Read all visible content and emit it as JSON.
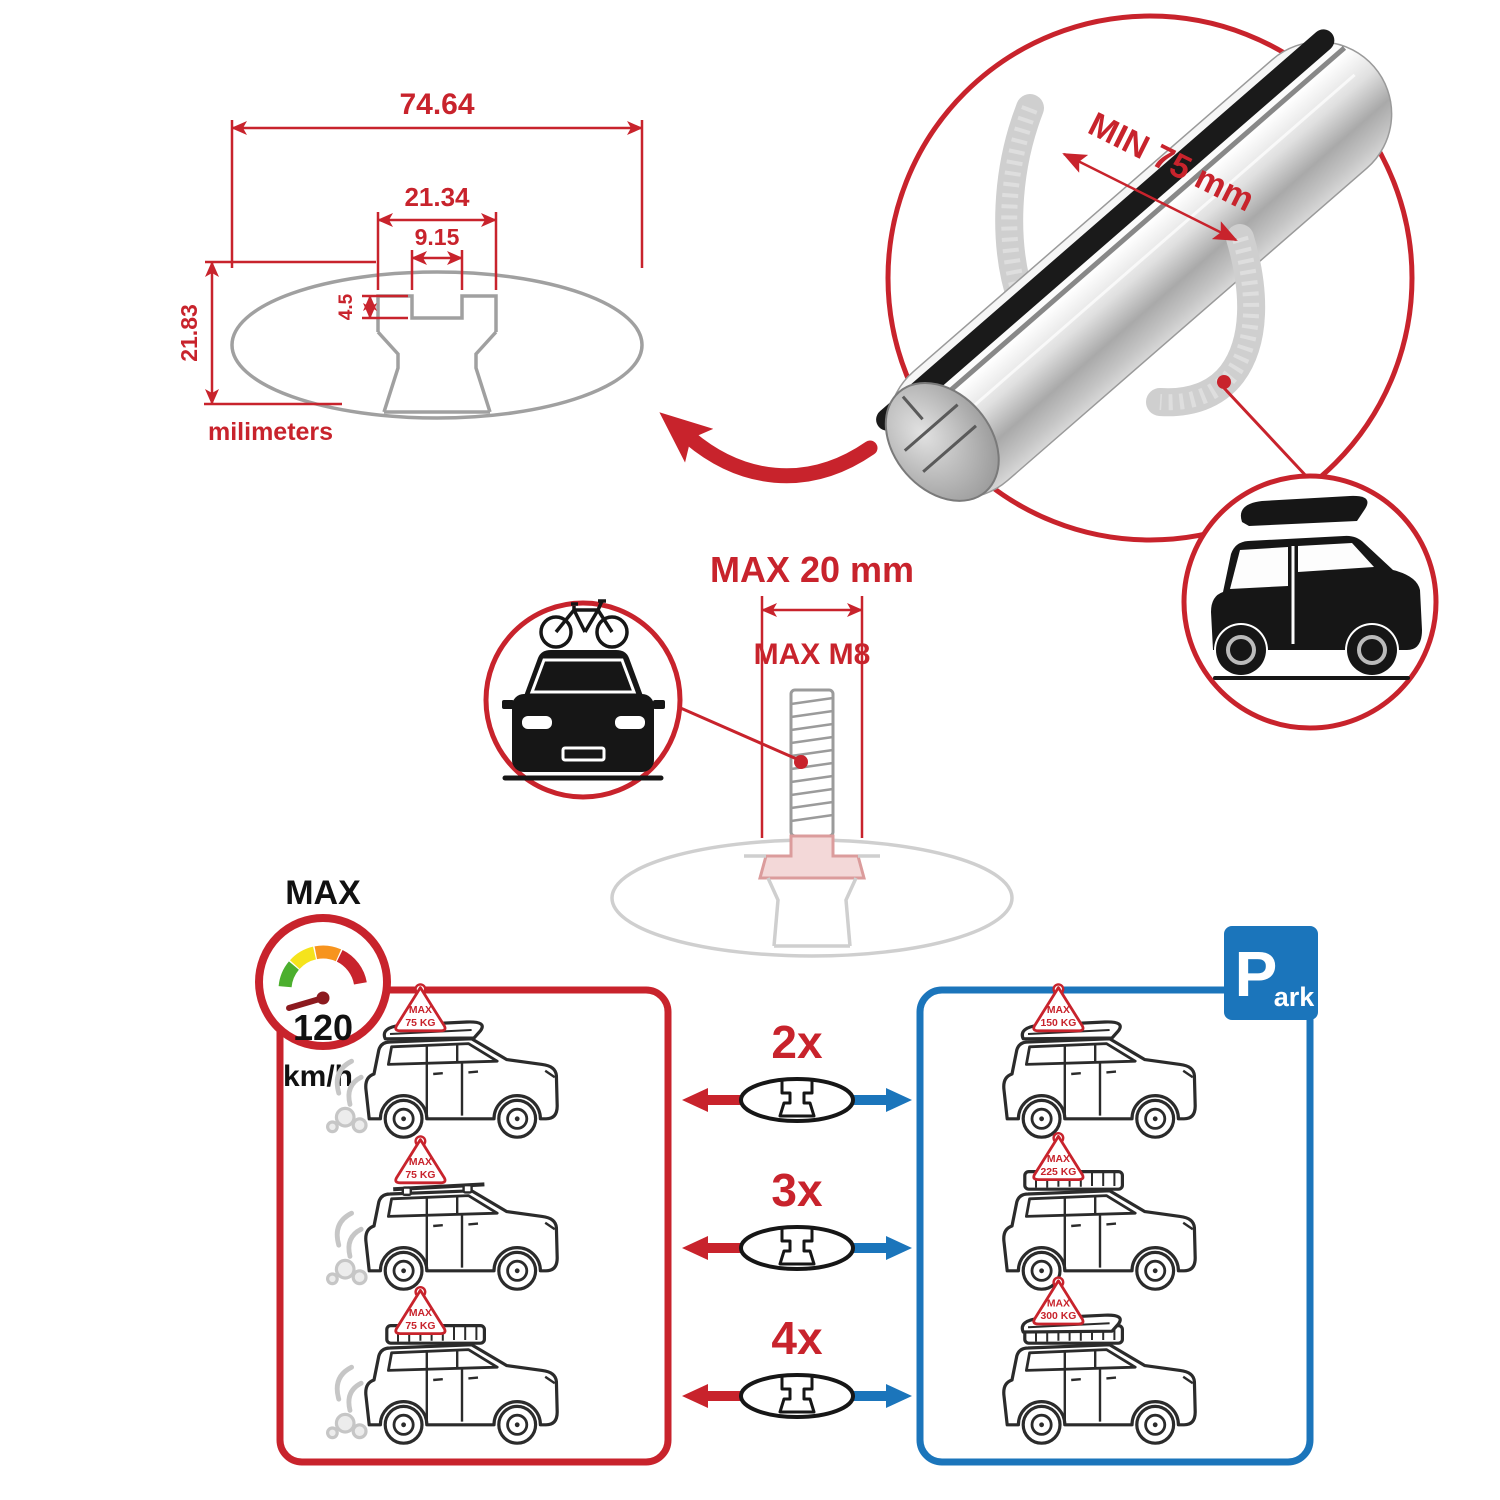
{
  "colors": {
    "accent_red": "#C8232C",
    "accent_blue": "#1B75BB"
  },
  "technical_drawing": {
    "dim_total_width": "74.64",
    "dim_channel_width": "21.34",
    "dim_slot_width": "9.15",
    "dim_slot_depth": "4.5",
    "dim_profile_height": "21.83",
    "unit_label": "milimeters"
  },
  "bar_detail": {
    "min_clamp_span": "MIN 75 mm"
  },
  "mounting_bolt": {
    "max_width": "MAX 20 mm",
    "max_thread": "MAX M8"
  },
  "speed_limit": {
    "label": "MAX",
    "value": "120",
    "unit": "km/h"
  },
  "parking_sign": {
    "letter": "P",
    "suffix": "ark"
  },
  "crossbar_options": [
    {
      "quantity": "2x",
      "driving_load": {
        "line1": "MAX",
        "line2": "75 KG"
      },
      "parked_load": {
        "line1": "MAX",
        "line2": "150 KG"
      }
    },
    {
      "quantity": "3x",
      "driving_load": {
        "line1": "MAX",
        "line2": "75 KG"
      },
      "parked_load": {
        "line1": "MAX",
        "line2": "225 KG"
      }
    },
    {
      "quantity": "4x",
      "driving_load": {
        "line1": "MAX",
        "line2": "75 KG"
      },
      "parked_load": {
        "line1": "MAX",
        "line2": "300 KG"
      }
    }
  ]
}
